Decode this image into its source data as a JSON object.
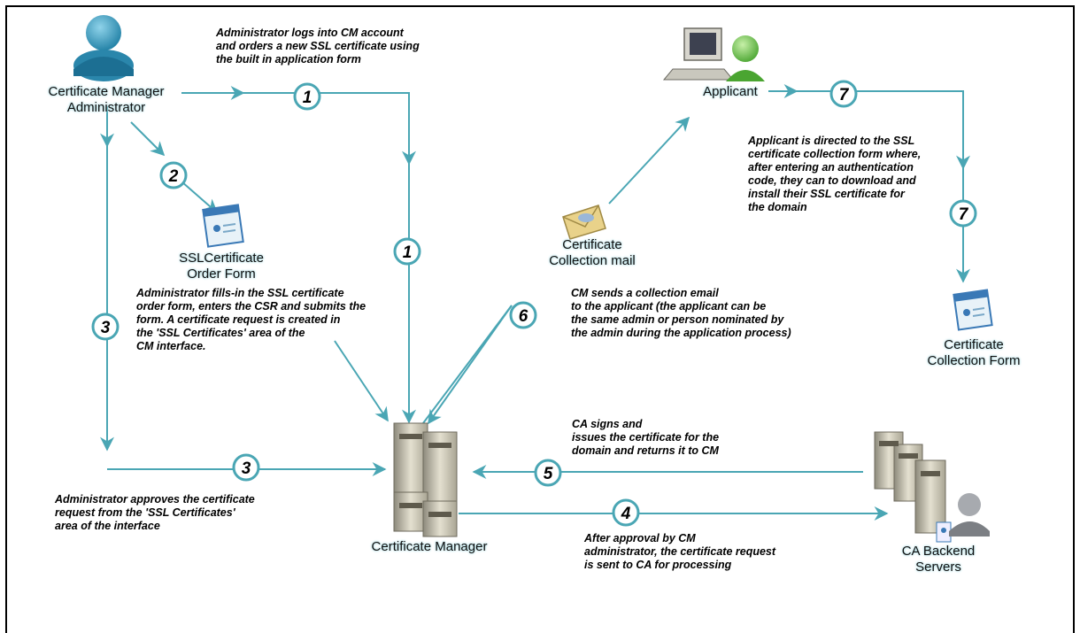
{
  "nodes": {
    "admin": "Certificate Manager\nAdministrator",
    "order_form": "SSLCertificate\nOrder Form",
    "cert_manager": "Certificate Manager",
    "collection_mail": "Certificate\nCollection mail",
    "applicant": "Applicant",
    "collection_form": "Certificate\nCollection Form",
    "ca_backend": "CA Backend\nServers"
  },
  "notes": {
    "step1": "Administrator logs into CM account\nand orders a new SSL certificate using\nthe built in application form",
    "step2": "Administrator fills-in the SSL certificate\norder form, enters the CSR and submits the\nform. A certificate request is created in\nthe 'SSL Certificates' area of the\nCM interface.",
    "step3": "Administrator approves the certificate\nrequest from the 'SSL Certificates'\narea of the interface",
    "step4": "After approval by CM\nadministrator, the certificate request\nis sent to CA for processing",
    "step5": "CA signs and\nissues the certificate for the\ndomain and returns it to CM",
    "step6": "CM sends a collection email\nto the applicant (the applicant can be\nthe same admin or person nominated by\nthe admin during the application process)",
    "step7": "Applicant is directed to the SSL\ncertificate collection form where,\nafter entering an authentication\ncode, they can  to download and\ninstall their SSL certificate for\nthe domain"
  },
  "steps": {
    "s1a": "1",
    "s1b": "1",
    "s2": "2",
    "s3a": "3",
    "s3b": "3",
    "s4": "4",
    "s5": "5",
    "s6": "6",
    "s7a": "7",
    "s7b": "7"
  },
  "colors": {
    "arrow": "#4aa6b4",
    "circle_stroke": "#4aa6b4",
    "person": "#2a8fb0",
    "applicant": "#6cc24a"
  }
}
